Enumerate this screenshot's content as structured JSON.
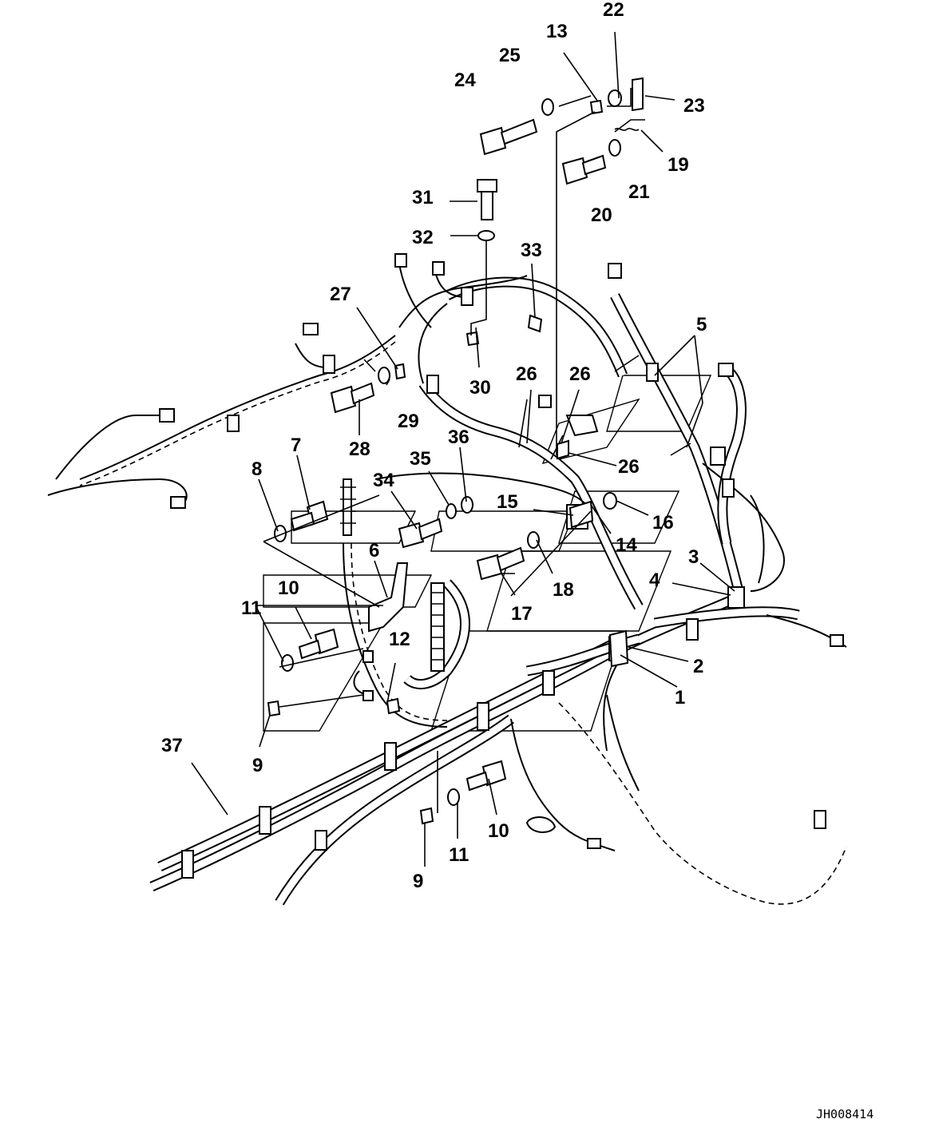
{
  "diagram": {
    "drawing_code": "JH008414",
    "callouts": [
      "1",
      "2",
      "3",
      "4",
      "5",
      "6",
      "7",
      "8",
      "9",
      "9",
      "10",
      "10",
      "11",
      "11",
      "12",
      "13",
      "14",
      "15",
      "16",
      "17",
      "18",
      "19",
      "20",
      "21",
      "22",
      "23",
      "24",
      "25",
      "26",
      "26",
      "26",
      "27",
      "28",
      "29",
      "30",
      "31",
      "32",
      "33",
      "34",
      "35",
      "36",
      "37"
    ]
  }
}
